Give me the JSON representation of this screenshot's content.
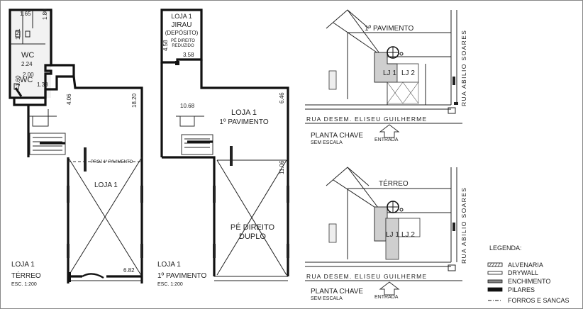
{
  "floor_terreo": {
    "dims": [
      "1.65",
      "1.80",
      "1.51",
      "2.24",
      "2.00",
      "1.60",
      "1.38",
      "4.06",
      "18.20",
      "6.82"
    ],
    "wc": [
      "WC",
      "WC"
    ],
    "proj_label": "PROJ 1º PAVIMENTO",
    "room": "LOJA 1",
    "title": [
      "LOJA 1",
      "TÉRREO"
    ],
    "scale": "ESC. 1:200"
  },
  "floor_pav1": {
    "jirau": [
      "LOJA 1",
      "JIRAU",
      "(DEPÓSITO)",
      "PÉ DIREITO",
      "REDUZIDO"
    ],
    "dims": [
      "4.58",
      "3.58",
      "10.68",
      "6.46",
      "11.06"
    ],
    "room": [
      "LOJA 1",
      "1º PAVIMENTO"
    ],
    "pe_direito": [
      "PÉ DIREITO",
      "DUPLO"
    ],
    "title": [
      "LOJA 1",
      "1º PAVIMENTO"
    ],
    "scale": "ESC. 1:200"
  },
  "key_top": {
    "floor": "1º PAVIMENTO",
    "stores": [
      "LJ 1",
      "LJ 2"
    ],
    "street_side": "RUA ABILIO SOARES",
    "street_bottom": "RUA DESEM. ELISEU GUILHERME",
    "title": "PLANTA CHAVE",
    "subtitle": "SEM ESCALA",
    "entrance": "ENTRADA"
  },
  "key_bottom": {
    "floor": "TÉRREO",
    "stores": [
      "LJ 1",
      "LJ 2"
    ],
    "street_side": "RUA ABILIO SOARES",
    "street_bottom": "RUA DESEM. ELISEU GUILHERME",
    "title": "PLANTA CHAVE",
    "subtitle": "SEM ESCALA",
    "entrance": "ENTRADA"
  },
  "legend": {
    "title": "LEGENDA:",
    "items": [
      "ALVENARIA",
      "DRYWALL",
      "ENCHIMENTO",
      "PILARES",
      "FORROS E SANCAS"
    ]
  }
}
